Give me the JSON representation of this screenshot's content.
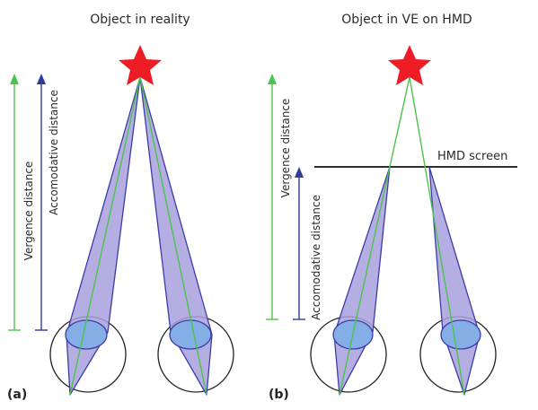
{
  "panels": {
    "a": {
      "letter": "(a)",
      "title": "Object in reality",
      "vergence_label": "Vergence distance",
      "accommodative_label": "Accomodative distance"
    },
    "b": {
      "letter": "(b)",
      "title": "Object in VE on HMD",
      "vergence_label": "Vergence distance",
      "accommodative_label": "Accomodative distance",
      "screen_label": "HMD screen"
    }
  },
  "colors": {
    "star": "#ee1c25",
    "vergence_arrow": "#4cc44c",
    "accommodative_arrow": "#2e3a9c",
    "cone_fill": "#a8a0de",
    "cone_stroke": "#3c3ca8",
    "lens_fill": "#86aee6",
    "line_of_sight": "#4cc44c",
    "eye_outline": "#222222",
    "screen_line": "#111111"
  }
}
